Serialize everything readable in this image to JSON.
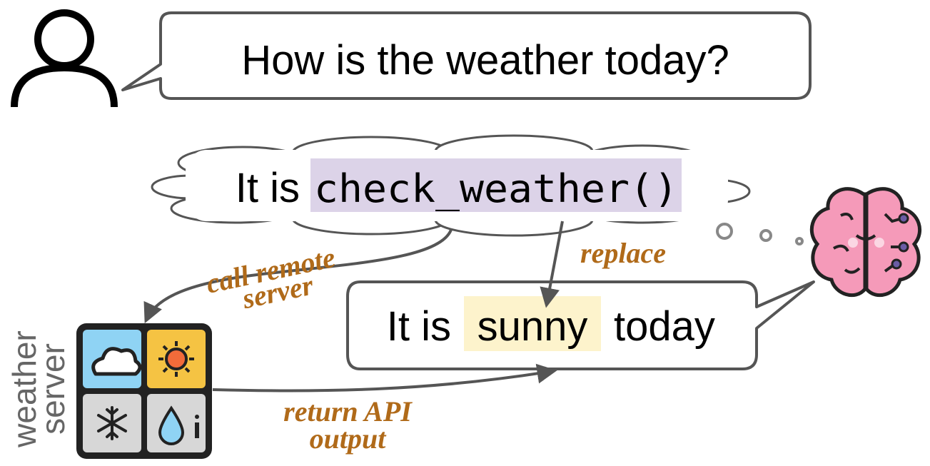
{
  "user_prompt": {
    "text": "How is the weather today?"
  },
  "thought": {
    "prefix": "It is",
    "call": "check_weather()"
  },
  "labels": {
    "call_remote_line1": "call remote",
    "call_remote_line2": "server",
    "replace": "replace",
    "return_line1": "return API",
    "return_line2": "output"
  },
  "answer": {
    "prefix": "It is",
    "value": "sunny",
    "suffix": "today"
  },
  "server": {
    "line1": "weather",
    "line2": "server"
  },
  "colors": {
    "call_highlight": "#dcd3e8",
    "value_highlight": "#fdf3cc",
    "label_color": "#b06a19",
    "arrow": "#555555",
    "brain_pink": "#f59ab9",
    "brain_purple": "#6b5ca5",
    "tile_sky": "#8fd3f4",
    "tile_sun": "#f5c343",
    "tile_grey": "#d7d7d7"
  }
}
